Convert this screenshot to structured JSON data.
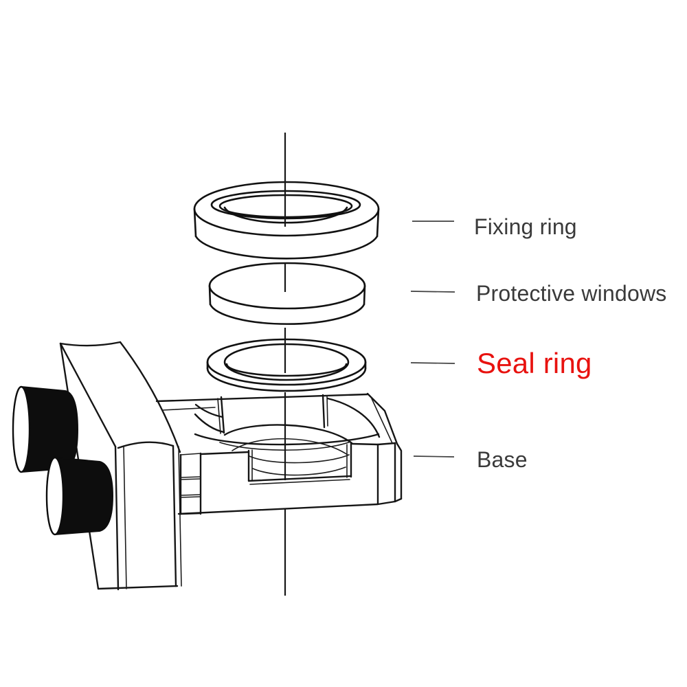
{
  "diagram": {
    "type": "exploded-assembly-diagram",
    "labels": [
      {
        "id": "fixing-ring",
        "text": "Fixing ring",
        "highlight": false
      },
      {
        "id": "protective-windows",
        "text": "Protective windows",
        "highlight": false
      },
      {
        "id": "seal-ring",
        "text": "Seal ring",
        "highlight": true
      },
      {
        "id": "base",
        "text": "Base",
        "highlight": false
      }
    ],
    "parts": [
      "fixing-ring",
      "protective-window",
      "seal-ring",
      "base"
    ],
    "colors": {
      "line": "#151515",
      "label_text": "#3a3a3a",
      "highlight_text": "#e8120f",
      "background": "#ffffff"
    }
  }
}
